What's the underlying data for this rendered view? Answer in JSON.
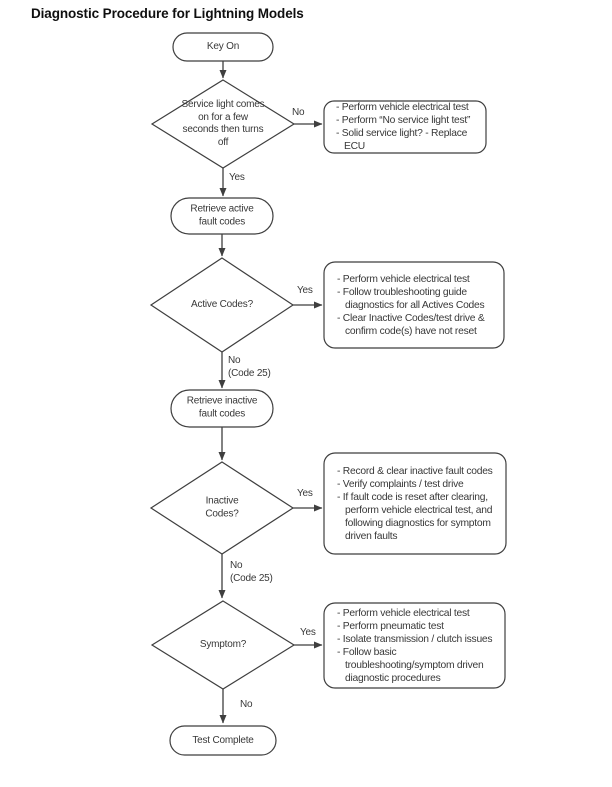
{
  "title": "Diagnostic Procedure for Lightning Models",
  "colors": {
    "stroke": "#3f3f3f",
    "text": "#383838",
    "title": "#0f0f0f",
    "background": "#ffffff"
  },
  "flow": {
    "start": {
      "label": "Key On"
    },
    "end": {
      "label": "Test Complete"
    },
    "processes": [
      {
        "label": "Retrieve active fault codes"
      },
      {
        "label": "Retrieve inactive fault codes"
      }
    ],
    "decisions": [
      {
        "label": "Service light comes on for a few seconds then turns off",
        "yes": "Yes",
        "no": "No"
      },
      {
        "label": "Active Codes?",
        "yes": "Yes",
        "no": "No",
        "no_note": "(Code 25)"
      },
      {
        "label": "Inactive Codes?",
        "yes": "Yes",
        "no": "No",
        "no_note": "(Code 25)"
      },
      {
        "label": "Symptom?",
        "yes": "Yes",
        "no": "No"
      }
    ],
    "boxes": [
      {
        "items": [
          "- Perform vehicle electrical test",
          "- Perform “No service light test”",
          "- Solid service light? - Replace ECU"
        ]
      },
      {
        "items": [
          "- Perform vehicle electrical test",
          "- Follow troubleshooting guide diagnostics for all Actives Codes",
          "- Clear Inactive Codes/test drive & confirm code(s) have not reset"
        ]
      },
      {
        "items": [
          "- Record & clear inactive fault codes",
          "- Verify complaints / test drive",
          "- If fault code is reset after clearing, perform vehicle electrical test, and following diagnostics for symptom driven faults"
        ]
      },
      {
        "items": [
          "- Perform vehicle electrical test",
          "- Perform pneumatic test",
          "- Isolate transmission / clutch issues",
          "- Follow basic troubleshooting/symptom driven diagnostic procedures"
        ]
      }
    ]
  }
}
